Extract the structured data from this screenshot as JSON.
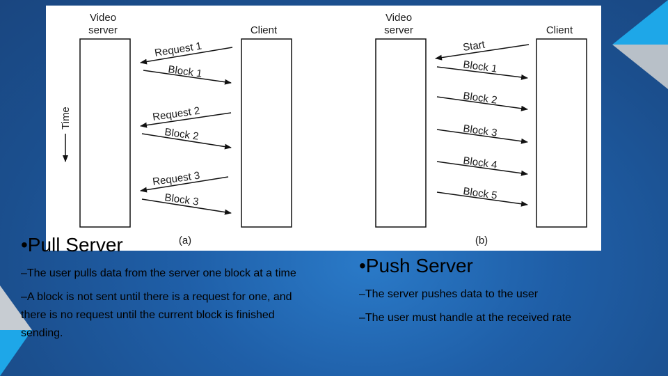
{
  "diagram_a": {
    "server_label_1": "Video",
    "server_label_2": "server",
    "client_label": "Client",
    "time_label": "Time",
    "caption": "(a)",
    "arrows": [
      "Request 1",
      "Block 1",
      "Request 2",
      "Block 2",
      "Request 3",
      "Block 3"
    ]
  },
  "diagram_b": {
    "server_label_1": "Video",
    "server_label_2": "server",
    "client_label": "Client",
    "caption": "(b)",
    "arrows": [
      "Start",
      "Block 1",
      "Block 2",
      "Block 3",
      "Block 4",
      "Block 5"
    ]
  },
  "pull": {
    "title": "•Pull Server",
    "point1": "–The user pulls data from the server one block at a time",
    "point2": "–A block is not sent until there is a request for one, and there is no request until the current block is finished sending."
  },
  "push": {
    "title": "•Push Server",
    "point1": "–The server pushes data to the user",
    "point2": "–The user must handle at the received rate"
  },
  "colors": {
    "background": "#1f5fa8",
    "accent_cyan": "#1ea7e8",
    "accent_gray": "#b8c0c8"
  }
}
